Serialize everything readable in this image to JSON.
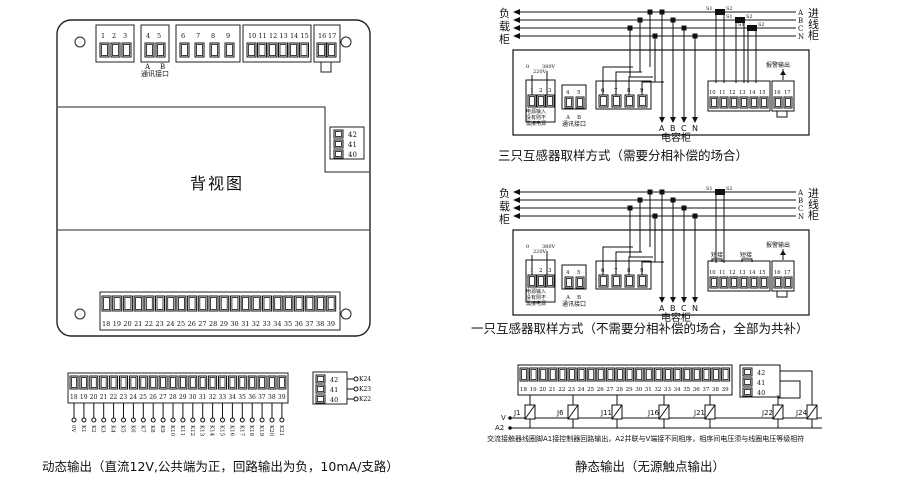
{
  "back_view": {
    "title": "背视图",
    "top_group1": [
      "1",
      "2",
      "3"
    ],
    "top_group2": [
      "4",
      "5"
    ],
    "top_group2_ab": [
      "A",
      "B"
    ],
    "top_group2_label": "通讯接口",
    "top_group3": [
      "6",
      "7",
      "8",
      "9"
    ],
    "top_group4": [
      "10",
      "11",
      "12",
      "13",
      "14",
      "15"
    ],
    "top_group5": [
      "16",
      "17"
    ],
    "side_terminals": [
      "42",
      "41",
      "40"
    ],
    "bottom_terminals": [
      "18",
      "19",
      "20",
      "21",
      "22",
      "23",
      "24",
      "25",
      "26",
      "27",
      "28",
      "29",
      "30",
      "31",
      "32",
      "33",
      "34",
      "35",
      "36",
      "37",
      "38",
      "39"
    ]
  },
  "dynamic_output": {
    "terminals": [
      "18",
      "19",
      "20",
      "21",
      "22",
      "23",
      "24",
      "25",
      "26",
      "27",
      "28",
      "29",
      "30",
      "31",
      "32",
      "33",
      "34",
      "35",
      "36",
      "37",
      "38",
      "39"
    ],
    "side_terminals": [
      "42",
      "41",
      "40"
    ],
    "k_labels": [
      "K24",
      "K23",
      "K22"
    ],
    "pin_labels": [
      "0V",
      "K1",
      "K2",
      "K3",
      "K4",
      "K5",
      "K6",
      "K7",
      "K8",
      "K9",
      "K10",
      "K11",
      "K12",
      "K13",
      "K14",
      "K15",
      "K16",
      "K17",
      "K18",
      "K19",
      "K20",
      "K21"
    ],
    "caption": "动态输出（直流12V,公共端为正，回路输出为负，10mA/支路）"
  },
  "three_ct": {
    "load_label": [
      "负",
      "载",
      "柜"
    ],
    "incoming_label": [
      "进",
      "线",
      "柜"
    ],
    "phases": [
      "A",
      "B",
      "C",
      "N"
    ],
    "ct_labels": [
      "S1",
      "S2",
      "S1",
      "S2",
      "S1",
      "S2"
    ],
    "voltage_labels": [
      "0",
      "220V",
      "380V"
    ],
    "power_terminals": [
      "1",
      "2",
      "3"
    ],
    "power_note": [
      "电源输入",
      "没有则不",
      "需接电源"
    ],
    "comm_terminals": [
      "4",
      "5"
    ],
    "comm_ab": [
      "A",
      "B"
    ],
    "comm_label": "通讯接口",
    "volt_terminals": [
      "6",
      "7",
      "8",
      "9"
    ],
    "current_terminals": [
      "10",
      "11",
      "12",
      "13",
      "14",
      "15"
    ],
    "alarm_terminals": [
      "16",
      "17"
    ],
    "alarm_label": "报警输出",
    "cap_phase": [
      "A",
      "B",
      "C",
      "N"
    ],
    "cap_label": "电容柜",
    "caption": "三只互感器取样方式（需要分相补偿的场合）"
  },
  "one_ct": {
    "load_label": [
      "负",
      "载",
      "柜"
    ],
    "incoming_label": [
      "进",
      "线",
      "柜"
    ],
    "phases": [
      "A",
      "B",
      "C",
      "N"
    ],
    "ct_labels": [
      "S1",
      "S2"
    ],
    "voltage_labels": [
      "0",
      "220V",
      "380V"
    ],
    "power_terminals": [
      "1",
      "2",
      "3"
    ],
    "power_note": [
      "电源输入",
      "没有则不",
      "需接电源"
    ],
    "comm_terminals": [
      "4",
      "5"
    ],
    "comm_ab": [
      "A",
      "B"
    ],
    "comm_label": "通讯接口",
    "volt_terminals": [
      "6",
      "7",
      "8",
      "9"
    ],
    "short_labels": [
      "短接",
      "短接"
    ],
    "current_terminals": [
      "10",
      "11",
      "12",
      "13",
      "14",
      "15"
    ],
    "alarm_terminals": [
      "16",
      "17"
    ],
    "alarm_label": "报警输出",
    "cap_phase": [
      "A",
      "B",
      "C",
      "N"
    ],
    "cap_label": "电容柜",
    "caption": "一只互感器取样方式（不需要分相补偿的场合，全部为共补）"
  },
  "static_output": {
    "terminals": [
      "18",
      "19",
      "20",
      "21",
      "22",
      "23",
      "24",
      "25",
      "26",
      "27",
      "28",
      "29",
      "30",
      "31",
      "32",
      "33",
      "34",
      "35",
      "36",
      "37",
      "38",
      "39"
    ],
    "side_terminals": [
      "42",
      "41",
      "40"
    ],
    "relays": [
      "J1",
      "J6",
      "J11",
      "J16",
      "J21",
      "J22",
      "J24"
    ],
    "v_label": "V",
    "a2_label": "A2",
    "note": "交流接触器线圈脚A1接控制器回路输出，A2并联与V端接不同相序，相序间电压须与线圈电压等级相符",
    "caption": "静态输出（无源触点输出）"
  }
}
